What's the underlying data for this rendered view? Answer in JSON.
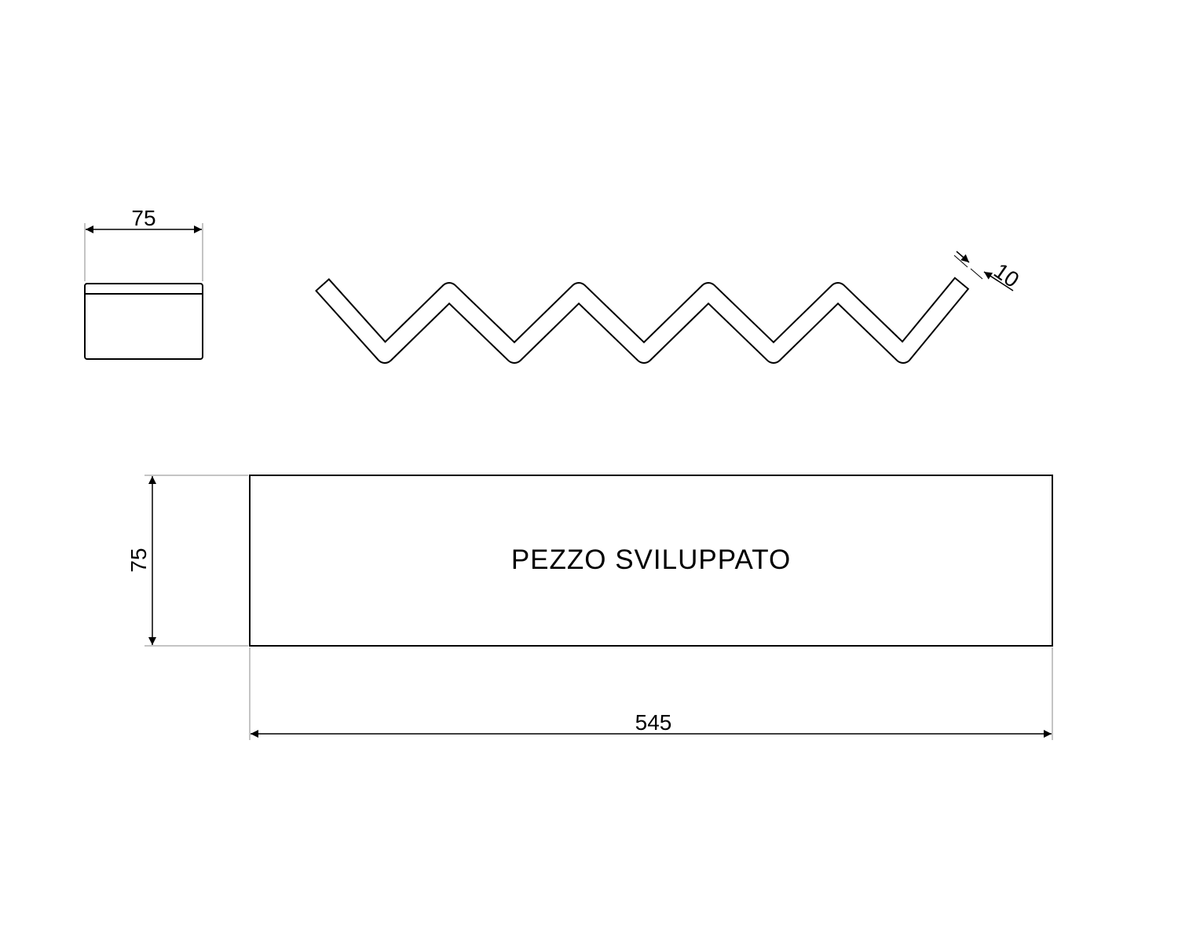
{
  "drawing": {
    "side_view": {
      "width_dim": "75"
    },
    "profile_view": {
      "thickness_dim": "10"
    },
    "flat_pattern": {
      "label": "PEZZO SVILUPPATO",
      "height_dim": "75",
      "length_dim": "545"
    }
  },
  "colors": {
    "line": "#000000",
    "background": "#ffffff",
    "extension": "#888888"
  }
}
